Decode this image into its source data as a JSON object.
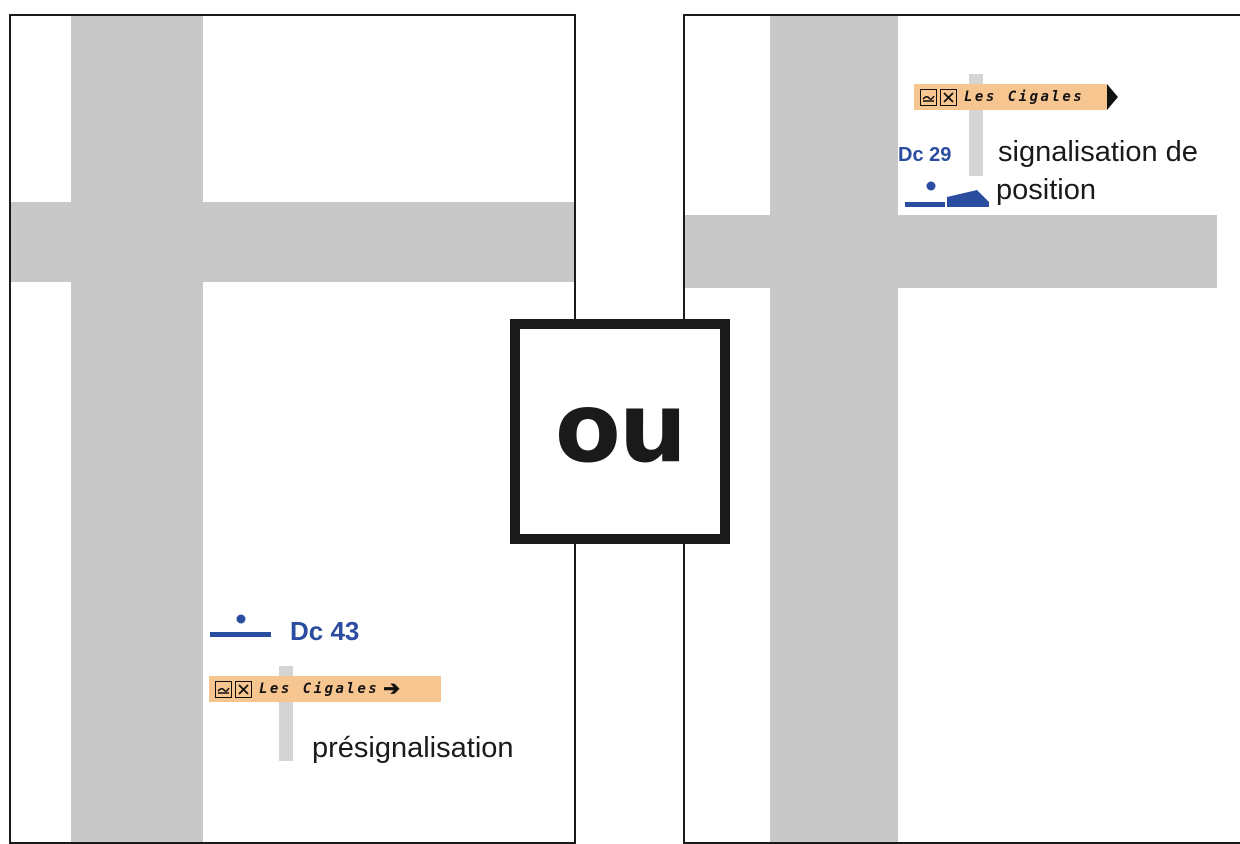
{
  "colors": {
    "road": "#c8c8c8",
    "sign_background": "#f7c590",
    "code_blue": "#2b4da0",
    "frame": "#1a1a1a"
  },
  "left_panel": {
    "position_code": "Dc 43",
    "sign": {
      "icons": [
        "roadside-rest-icon",
        "restaurant-icon"
      ],
      "destination": "Les Cigales",
      "arrow": "➔"
    },
    "caption": "présignalisation"
  },
  "right_panel": {
    "position_code": "Dc 29",
    "sign": {
      "icons": [
        "roadside-rest-icon",
        "restaurant-icon"
      ],
      "destination": "Les Cigales"
    },
    "caption_line1": "signalisation de",
    "caption_line2": "position"
  },
  "center": {
    "label": "ou"
  }
}
